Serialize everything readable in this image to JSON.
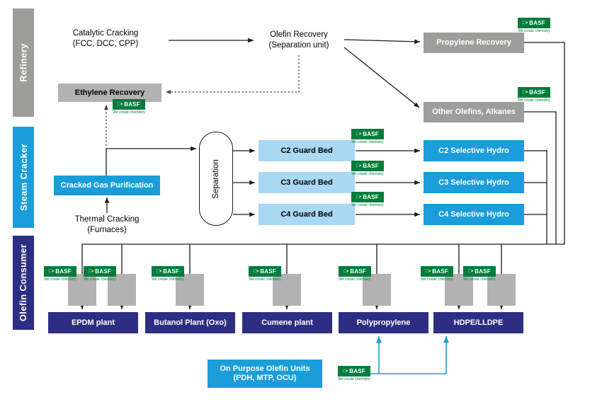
{
  "brand": {
    "name": "BASF",
    "symbol": "□▪",
    "tagline": "We create chemistry"
  },
  "sidebar": {
    "refinery": "Refinery",
    "steam_cracker": "Steam Cracker",
    "olefin_consumer": "Olefin Consumer"
  },
  "refinery": {
    "catalytic_cracking_1": "Catalytic Cracking",
    "catalytic_cracking_2": "(FCC, DCC, CPP)",
    "olefin_recovery_1": "Olefin Recovery",
    "olefin_recovery_2": "(Separation unit)",
    "propylene_recovery": "Propylene Recovery",
    "other_olefins": "Other Olefins, Alkanes",
    "ethylene_recovery": "Ethylene Recovery"
  },
  "steam_cracker": {
    "cracked_gas_purification": "Cracked Gas Purification",
    "thermal_cracking_1": "Thermal Cracking",
    "thermal_cracking_2": "(Furnaces)",
    "separation": "Separation",
    "guard_beds": [
      "C2 Guard Bed",
      "C3 Guard Bed",
      "C4 Guard Bed"
    ],
    "selective_hydro": [
      "C2 Selective Hydro",
      "C3 Selective Hydro",
      "C4 Selective Hydro"
    ]
  },
  "consumers": {
    "plants": [
      "EPDM plant",
      "Butanol Plant (Oxo)",
      "Cumene plant",
      "Polypropylene",
      "HDPE/LLDPE"
    ],
    "on_purpose_1": "On Purpose Olefin Units",
    "on_purpose_2": "(PDH, MTP, OCU)"
  },
  "colors": {
    "blue": "#1b9dd9",
    "navy": "#2d2e83",
    "gray": "#9d9d9c",
    "light_gray": "#b2b2b2",
    "light_blue": "#a9d8f2",
    "basf_green": "#007d3c",
    "line": "#1a1a1a"
  }
}
